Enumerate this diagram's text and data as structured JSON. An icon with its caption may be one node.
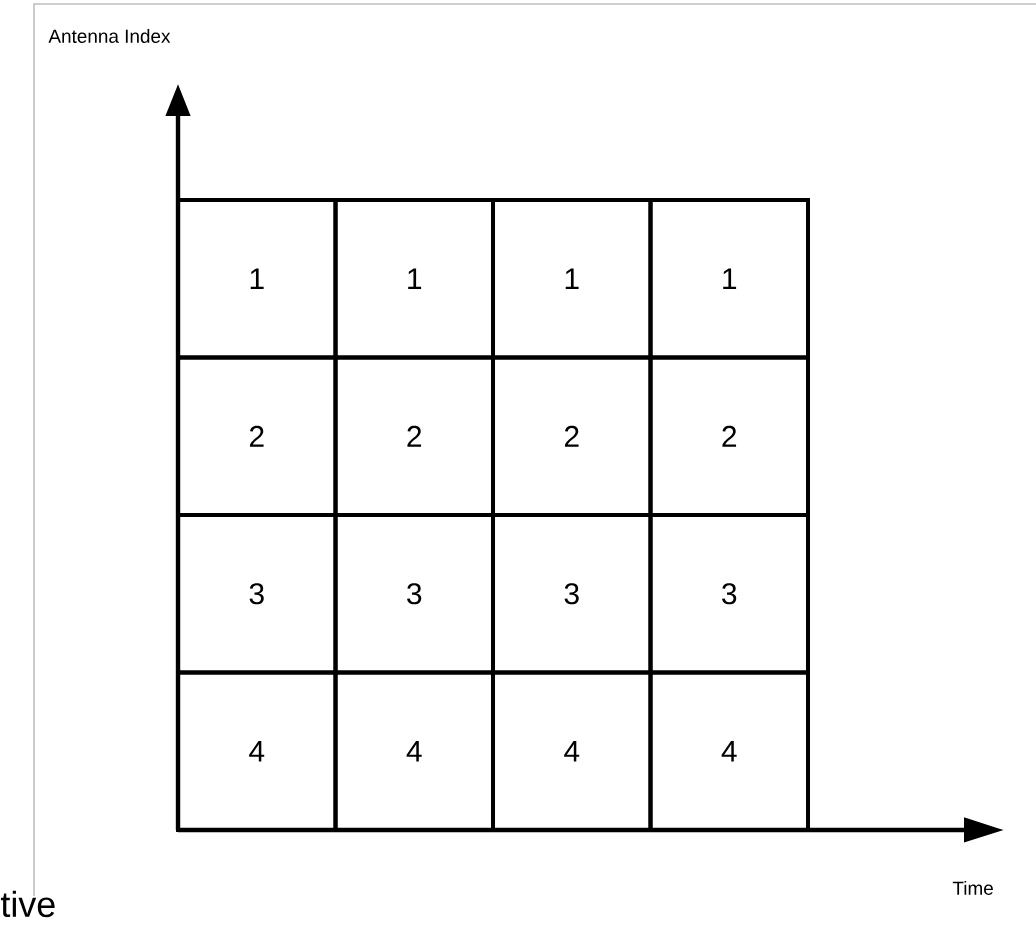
{
  "diagram": {
    "nodes": [
      {
        "text": [
          "1"
        ]
      },
      {
        "text": [
          "1"
        ]
      },
      {
        "text": [
          "1"
        ]
      },
      {
        "text": [
          "1"
        ]
      },
      {
        "text": [
          "2"
        ]
      },
      {
        "text": [
          "2"
        ]
      },
      {
        "text": [
          "2"
        ]
      },
      {
        "text": [
          "2"
        ]
      },
      {
        "text": [
          "3"
        ]
      },
      {
        "text": [
          "3"
        ]
      },
      {
        "text": [
          "3"
        ]
      },
      {
        "text": [
          "3"
        ]
      },
      {
        "text": [
          "4"
        ]
      },
      {
        "text": [
          "4"
        ]
      },
      {
        "text": [
          "4"
        ]
      },
      {
        "text": [
          "4"
        ]
      }
    ],
    "labels": [
      "Antenna Index",
      "Time",
      "tive"
    ]
  }
}
